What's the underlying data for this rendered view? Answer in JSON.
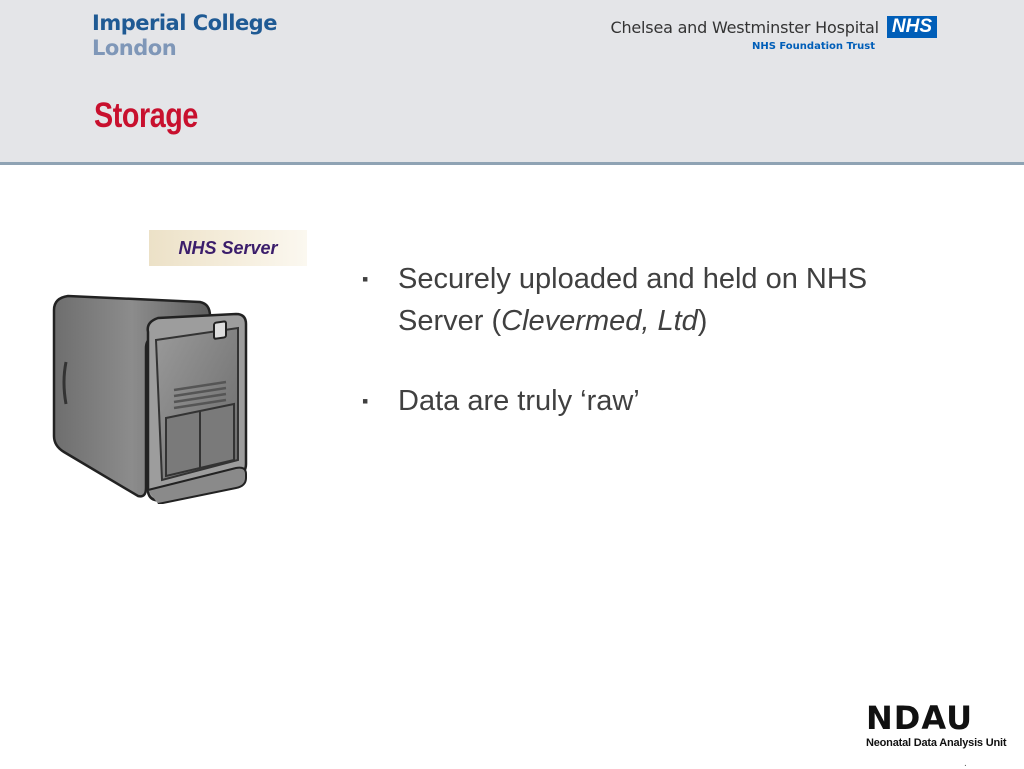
{
  "header": {
    "imperial_logo": {
      "line1": "Imperial College",
      "line2": "London"
    },
    "hospital_logo": {
      "name": "Chelsea and Westminster Hospital",
      "nhs": "NHS",
      "subtitle": "NHS Foundation Trust"
    }
  },
  "slide": {
    "title": "Storage",
    "server_label": "NHS Server",
    "bullets": [
      {
        "mark": "▪",
        "text_before": "Securely uploaded and held on NHS Server (",
        "italic": "Clevermed, Ltd",
        "text_after": ")"
      },
      {
        "mark": "▪",
        "text": "Data are truly ‘raw’"
      }
    ]
  },
  "footer": {
    "logo_title": "NDAU",
    "logo_subtitle": "Neonatal Data Analysis Unit",
    "dot": "."
  },
  "colors": {
    "header_bg": "#e4e5e8",
    "title_red": "#c8102e",
    "nhs_blue": "#005eb8",
    "imperial_blue": "#1f5a94"
  }
}
